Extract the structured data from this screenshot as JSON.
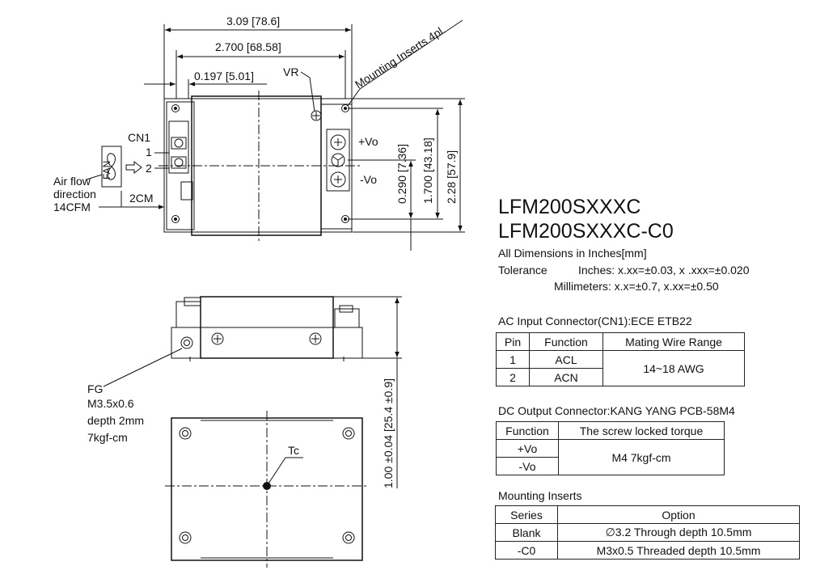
{
  "header": {
    "models": [
      "LFM200SXXXC",
      "LFM200SXXXC-C0"
    ],
    "dims_note": "All Dimensions in Inches[mm]",
    "tolerance_label": "Tolerance",
    "tolerance_inches": "Inches: x.xx=±0.03, x .xxx=±0.020",
    "tolerance_mm": "Millimeters: x.x=±0.7, x.xx=±0.50"
  },
  "drawing": {
    "dim_overall_width": "3.09",
    "dim_overall_width_mm": "78.6",
    "dim_insert_span": "2.700",
    "dim_insert_span_mm": "68.58",
    "dim_insert_offset": "0.197",
    "dim_insert_offset_mm": "5.01",
    "vr_label": "VR",
    "mounting_inserts_label": "Mounting Inserts 4pl.",
    "cn1_label": "CN1",
    "pin1": "1",
    "pin2": "2",
    "fan_label": "FAN",
    "airflow_line1": "Air flow",
    "airflow_line2": "direction",
    "airflow_line3": "14CFM",
    "airflow_gap": "2CM",
    "vo_pos": "+Vo",
    "vo_neg": "-Vo",
    "dim_terminal_offset": "0.290",
    "dim_terminal_offset_mm": "7.36",
    "dim_insert_height": "1.700",
    "dim_insert_height_mm": "43.18",
    "dim_overall_height": "2.28",
    "dim_overall_height_mm": "57.9",
    "fg_line1": "FG",
    "fg_line2": "M3.5x0.6",
    "fg_line3": "depth 2mm",
    "fg_line4": "7kgf-cm",
    "dim_thickness": "1.00 ±0.04",
    "dim_thickness_mm": "25.4 ±0.9",
    "tc_label": "Tc"
  },
  "ac_connector": {
    "title": "AC Input Connector(CN1):ECE ETB22",
    "headers": [
      "Pin",
      "Function",
      "Mating Wire Range"
    ],
    "rows": [
      [
        "1",
        "ACL"
      ],
      [
        "2",
        "ACN"
      ]
    ],
    "wire_range": "14~18 AWG"
  },
  "dc_connector": {
    "title": "DC Output Connector:KANG YANG PCB-58M4",
    "headers": [
      "Function",
      "The screw locked torque"
    ],
    "rows": [
      "+Vo",
      "-Vo"
    ],
    "torque": "M4   7kgf-cm"
  },
  "mounting": {
    "title": "Mounting Inserts",
    "headers": [
      "Series",
      "Option"
    ],
    "rows": [
      [
        "Blank",
        "∅3.2 Through depth 10.5mm"
      ],
      [
        "-C0",
        "M3x0.5 Threaded depth 10.5mm"
      ]
    ]
  }
}
